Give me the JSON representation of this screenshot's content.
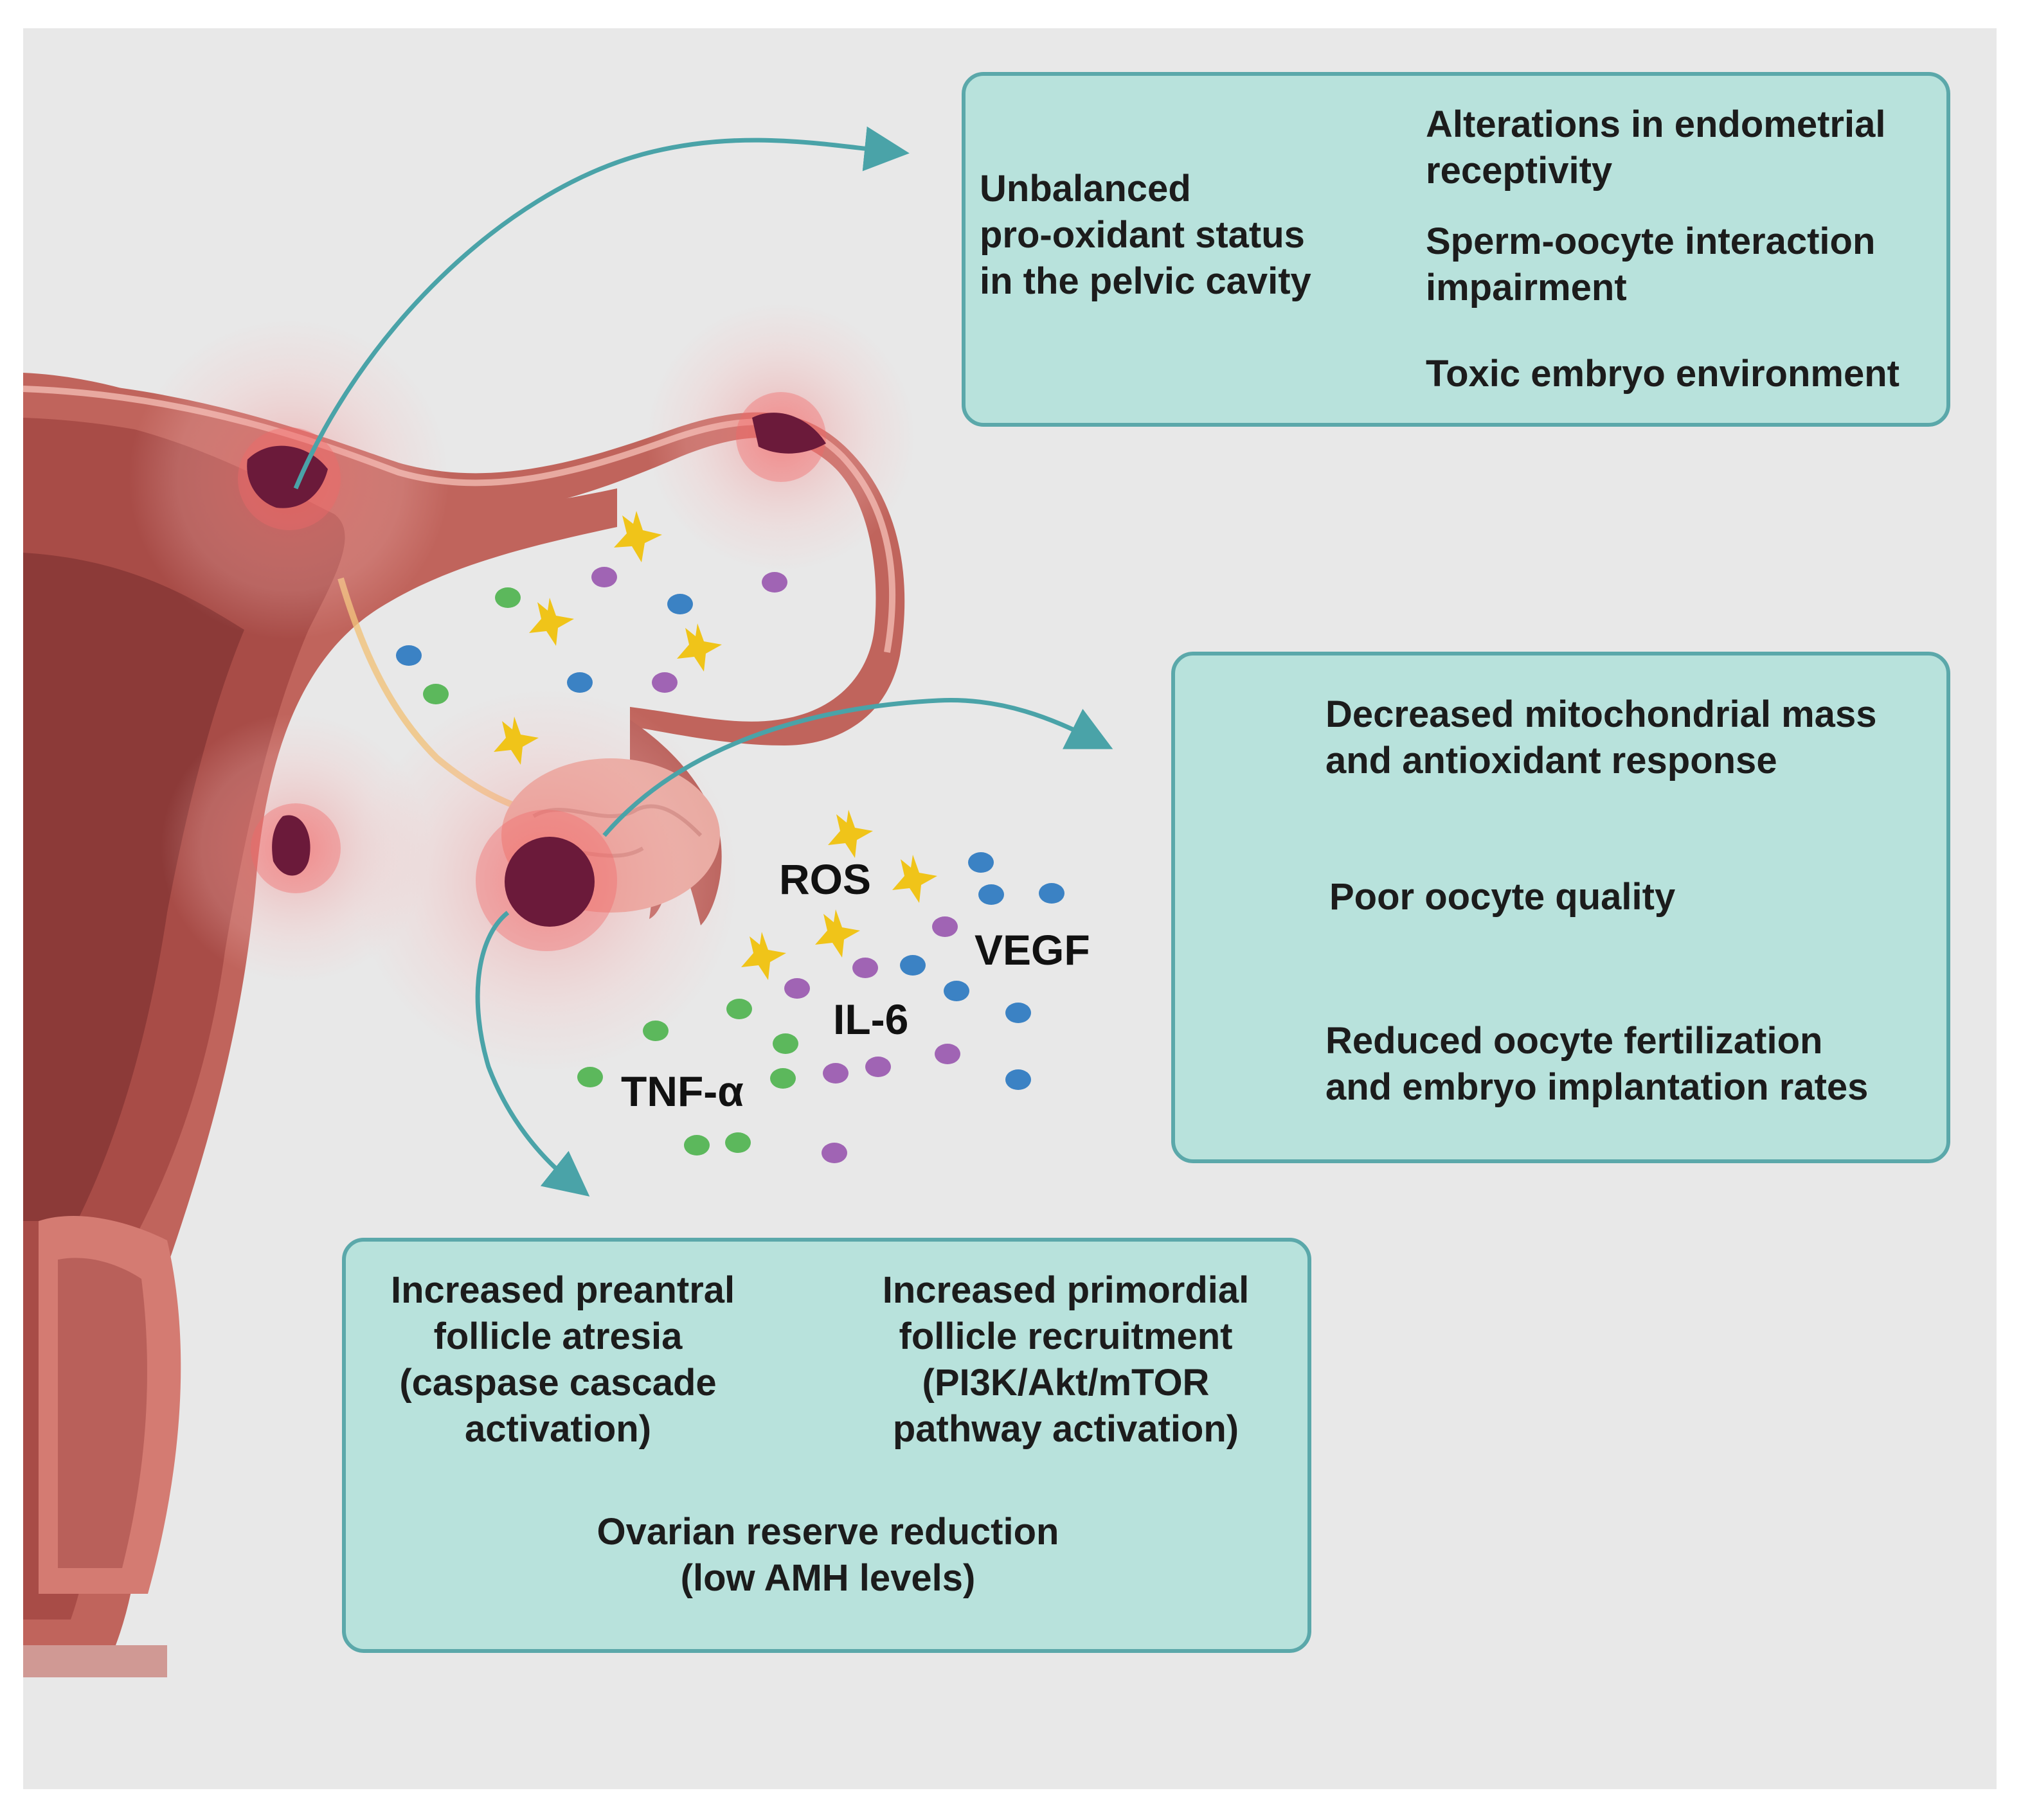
{
  "colors": {
    "background": "#e8e8e8",
    "box_fill": "#b8e2dc",
    "box_border": "#5ba8aa",
    "arrow_teal": "#4aa3a8",
    "tissue": "#c0645c",
    "tissue_light": "#e8a9a0",
    "lesion": "#6b1a3a",
    "ros_star": "#f0c419",
    "dot_green": "#5cb85c",
    "dot_blue": "#3b82c4",
    "dot_purple": "#a064b4"
  },
  "icons": [
    "uterus-illustration",
    "fallopian-tube",
    "ovary",
    "endometriotic-lesion-glow",
    "ros-star-icon",
    "cytokine-dot"
  ],
  "mediators": {
    "ros": "ROS",
    "vegf": "VEGF",
    "il6": "IL-6",
    "tnf": "TNF-α"
  },
  "box_top": {
    "source": [
      "Unbalanced",
      "pro-oxidant status",
      "in the pelvic cavity"
    ],
    "effect1": [
      "Alterations in endometrial",
      "receptivity"
    ],
    "effect2": [
      "Sperm-oocyte interaction",
      "impairment"
    ],
    "effect3": [
      "Toxic embryo environment"
    ]
  },
  "box_middle": {
    "step1": [
      "Decreased mitochondrial mass",
      "and antioxidant response"
    ],
    "step2": [
      "Poor oocyte quality"
    ],
    "step3": [
      "Reduced oocyte fertilization",
      "and embryo implantation rates"
    ]
  },
  "box_bottom": {
    "left": [
      "Increased preantral",
      "follicle atresia",
      "(caspase cascade",
      "activation)"
    ],
    "right": [
      "Increased primordial",
      "follicle recruitment",
      "(PI3K/Akt/mTOR",
      "pathway activation)"
    ],
    "result": [
      "Ovarian reserve reduction",
      "(low AMH levels)"
    ]
  }
}
